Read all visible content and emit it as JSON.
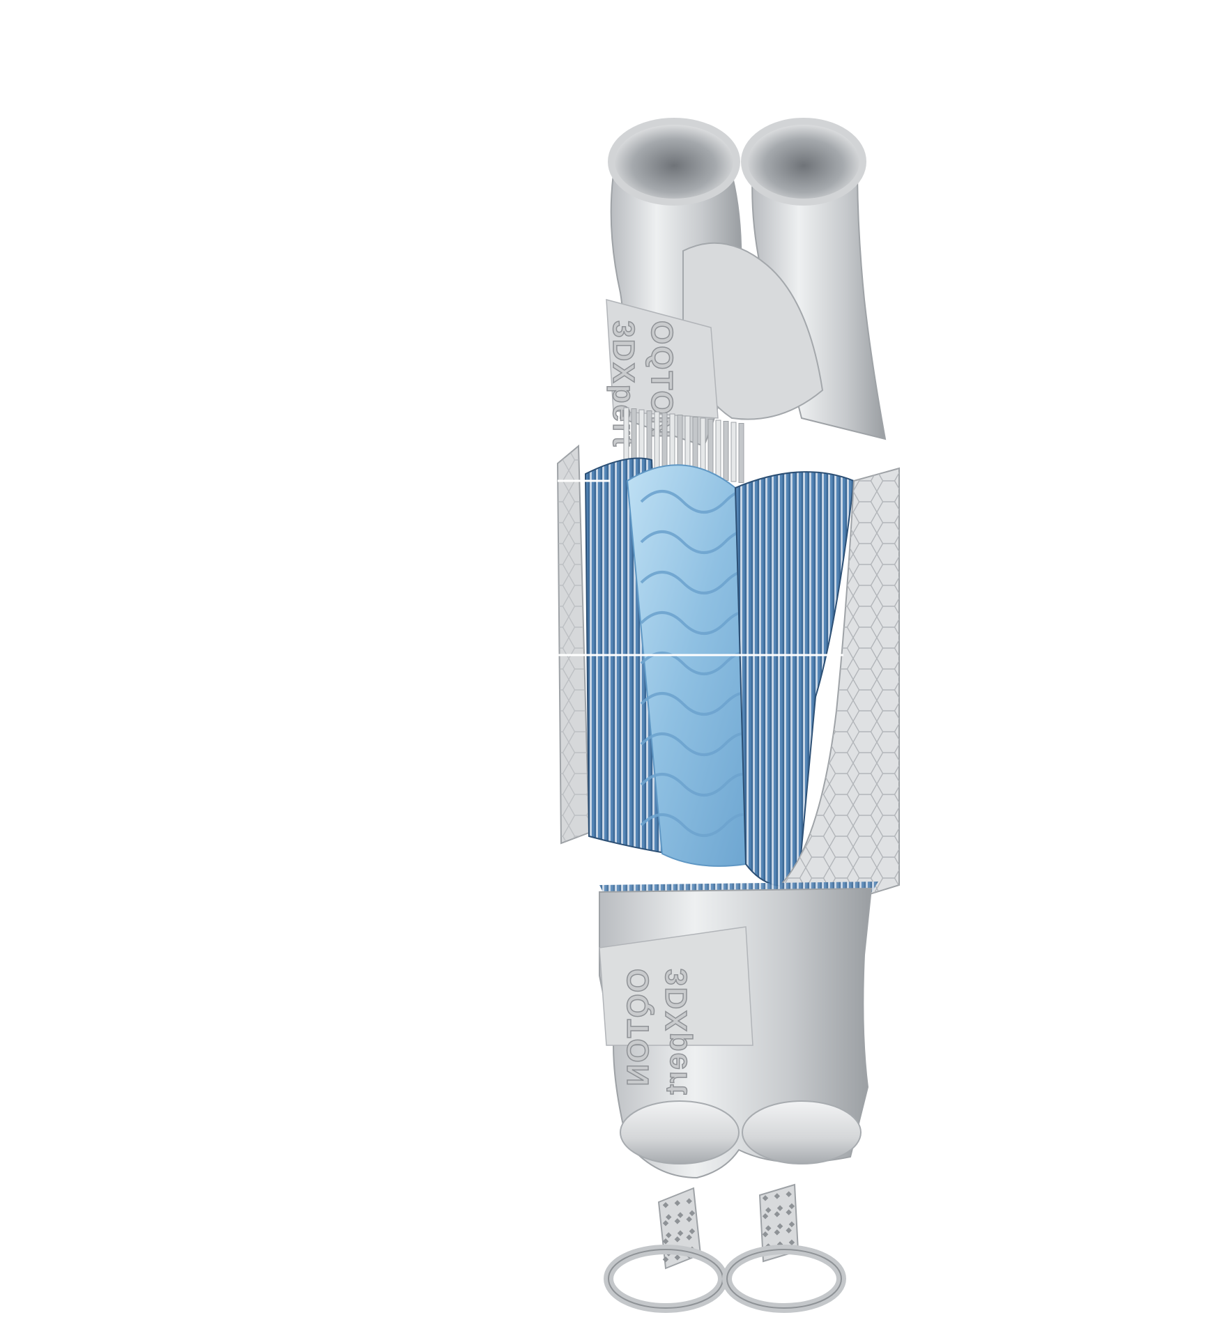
{
  "image": {
    "background": "#ffffff",
    "subject": "exploded heat exchanger",
    "colors": {
      "metal_light": "#e6e7e8",
      "metal_mid": "#c3c6c9",
      "metal_dark": "#8e9296",
      "fin_dark_blue": "#3f6c9a",
      "fin_light_blue": "#a9d0ea",
      "callout_line": "#ffffff"
    },
    "engravings": {
      "top_line1": "3DXpert",
      "top_line2": "OQTON",
      "bottom_line1": "3DXpert",
      "bottom_line2": "OQTON"
    }
  }
}
